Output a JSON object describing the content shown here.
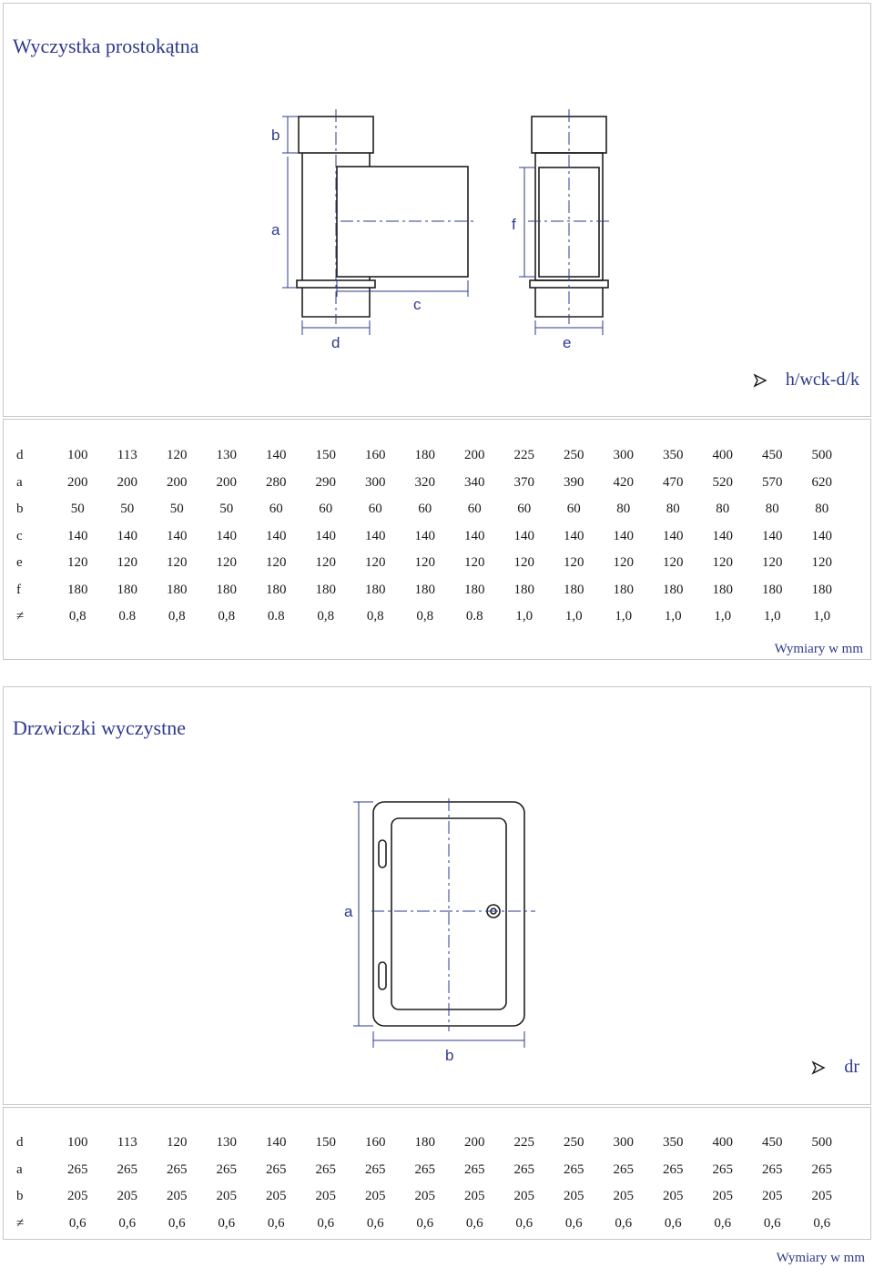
{
  "section1": {
    "title": "Wyczystka prostokątna",
    "code": "h/wck-d/k",
    "diagram_labels": {
      "a": "a",
      "b": "b",
      "c": "c",
      "d": "d",
      "e": "e",
      "f": "f"
    },
    "table": {
      "rows": [
        {
          "label": "d",
          "values": [
            "100",
            "113",
            "120",
            "130",
            "140",
            "150",
            "160",
            "180",
            "200",
            "225",
            "250",
            "300",
            "350",
            "400",
            "450",
            "500"
          ]
        },
        {
          "label": "a",
          "values": [
            "200",
            "200",
            "200",
            "200",
            "280",
            "290",
            "300",
            "320",
            "340",
            "370",
            "390",
            "420",
            "470",
            "520",
            "570",
            "620"
          ]
        },
        {
          "label": "b",
          "values": [
            "50",
            "50",
            "50",
            "50",
            "60",
            "60",
            "60",
            "60",
            "60",
            "60",
            "60",
            "80",
            "80",
            "80",
            "80",
            "80"
          ]
        },
        {
          "label": "c",
          "values": [
            "140",
            "140",
            "140",
            "140",
            "140",
            "140",
            "140",
            "140",
            "140",
            "140",
            "140",
            "140",
            "140",
            "140",
            "140",
            "140"
          ]
        },
        {
          "label": "e",
          "values": [
            "120",
            "120",
            "120",
            "120",
            "120",
            "120",
            "120",
            "120",
            "120",
            "120",
            "120",
            "120",
            "120",
            "120",
            "120",
            "120"
          ]
        },
        {
          "label": "f",
          "values": [
            "180",
            "180",
            "180",
            "180",
            "180",
            "180",
            "180",
            "180",
            "180",
            "180",
            "180",
            "180",
            "180",
            "180",
            "180",
            "180"
          ]
        },
        {
          "label": "≠",
          "values": [
            "0,8",
            "0.8",
            "0,8",
            "0,8",
            "0.8",
            "0,8",
            "0,8",
            "0,8",
            "0.8",
            "1,0",
            "1,0",
            "1,0",
            "1,0",
            "1,0",
            "1,0",
            "1,0"
          ]
        }
      ]
    },
    "dimensions_note": "Wymiary w mm"
  },
  "section2": {
    "title": "Drzwiczki wyczystne",
    "code": "dr",
    "diagram_labels": {
      "a": "a",
      "b": "b"
    },
    "table": {
      "rows": [
        {
          "label": "d",
          "values": [
            "100",
            "113",
            "120",
            "130",
            "140",
            "150",
            "160",
            "180",
            "200",
            "225",
            "250",
            "300",
            "350",
            "400",
            "450",
            "500"
          ]
        },
        {
          "label": "a",
          "values": [
            "265",
            "265",
            "265",
            "265",
            "265",
            "265",
            "265",
            "265",
            "265",
            "265",
            "265",
            "265",
            "265",
            "265",
            "265",
            "265"
          ]
        },
        {
          "label": "b",
          "values": [
            "205",
            "205",
            "205",
            "205",
            "205",
            "205",
            "205",
            "205",
            "205",
            "205",
            "205",
            "205",
            "205",
            "205",
            "205",
            "205"
          ]
        },
        {
          "label": "≠",
          "values": [
            "0,6",
            "0,6",
            "0,6",
            "0,6",
            "0,6",
            "0,6",
            "0,6",
            "0,6",
            "0,6",
            "0,6",
            "0,6",
            "0,6",
            "0,6",
            "0,6",
            "0,6",
            "0,6"
          ]
        }
      ]
    },
    "dimensions_note": "Wymiary w mm"
  },
  "colors": {
    "accent": "#2e3a8c",
    "line": "#1f1f1f",
    "border": "#c8c8c8"
  },
  "icons": {
    "bullet": "arrowhead-bullet-icon"
  }
}
